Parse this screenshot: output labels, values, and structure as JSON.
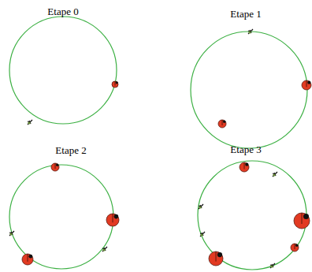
{
  "diagram": {
    "labels": [
      "Etape 0",
      "Etape 1",
      "Etape 2",
      "Etape 3"
    ]
  }
}
